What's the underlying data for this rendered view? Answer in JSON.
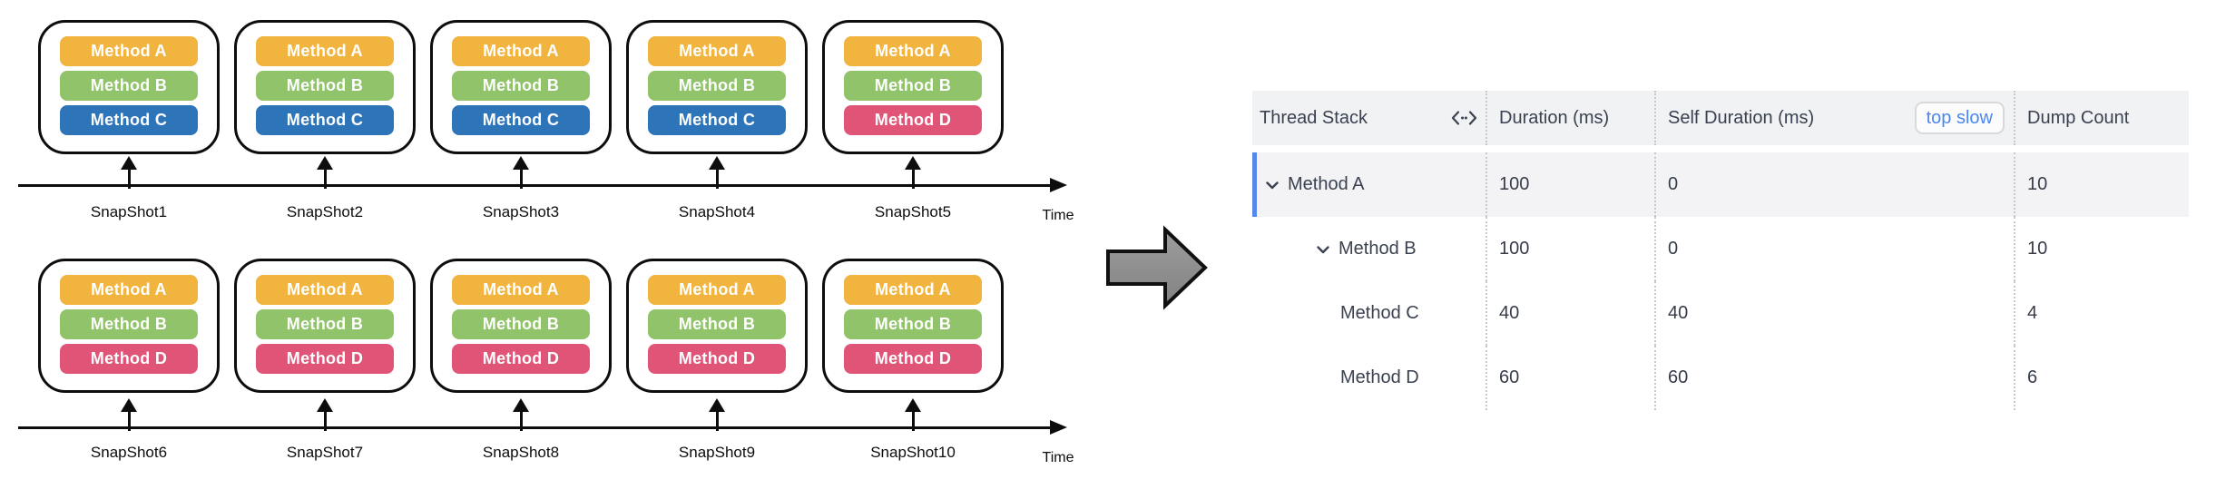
{
  "diagram": {
    "method_colors": {
      "Method A": "#f0b43f",
      "Method B": "#90c36a",
      "Method C": "#2e74b9",
      "Method D": "#e05577"
    },
    "timelines": [
      {
        "time_label": "Time",
        "snapshots": [
          {
            "label": "SnapShot1",
            "methods": [
              "Method A",
              "Method B",
              "Method C"
            ]
          },
          {
            "label": "SnapShot2",
            "methods": [
              "Method A",
              "Method B",
              "Method C"
            ]
          },
          {
            "label": "SnapShot3",
            "methods": [
              "Method A",
              "Method B",
              "Method C"
            ]
          },
          {
            "label": "SnapShot4",
            "methods": [
              "Method A",
              "Method B",
              "Method C"
            ]
          },
          {
            "label": "SnapShot5",
            "methods": [
              "Method A",
              "Method B",
              "Method D"
            ]
          }
        ]
      },
      {
        "time_label": "Time",
        "snapshots": [
          {
            "label": "SnapShot6",
            "methods": [
              "Method A",
              "Method B",
              "Method D"
            ]
          },
          {
            "label": "SnapShot7",
            "methods": [
              "Method A",
              "Method B",
              "Method D"
            ]
          },
          {
            "label": "SnapShot8",
            "methods": [
              "Method A",
              "Method B",
              "Method D"
            ]
          },
          {
            "label": "SnapShot9",
            "methods": [
              "Method A",
              "Method B",
              "Method D"
            ]
          },
          {
            "label": "SnapShot10",
            "methods": [
              "Method A",
              "Method B",
              "Method D"
            ]
          }
        ]
      }
    ]
  },
  "table": {
    "columns": [
      "Thread Stack",
      "Duration (ms)",
      "Self Duration (ms)",
      "Dump Count"
    ],
    "top_slow_label": "top slow",
    "colors": {
      "accent_blue": "#5588ee",
      "link_blue": "#4c86f0"
    },
    "rows": [
      {
        "name": "Method A",
        "duration": "100",
        "self_duration": "0",
        "dump_count": "10"
      },
      {
        "name": "Method B",
        "duration": "100",
        "self_duration": "0",
        "dump_count": "10"
      },
      {
        "name": "Method C",
        "duration": "40",
        "self_duration": "40",
        "dump_count": "4"
      },
      {
        "name": "Method D",
        "duration": "60",
        "self_duration": "60",
        "dump_count": "6"
      }
    ]
  }
}
